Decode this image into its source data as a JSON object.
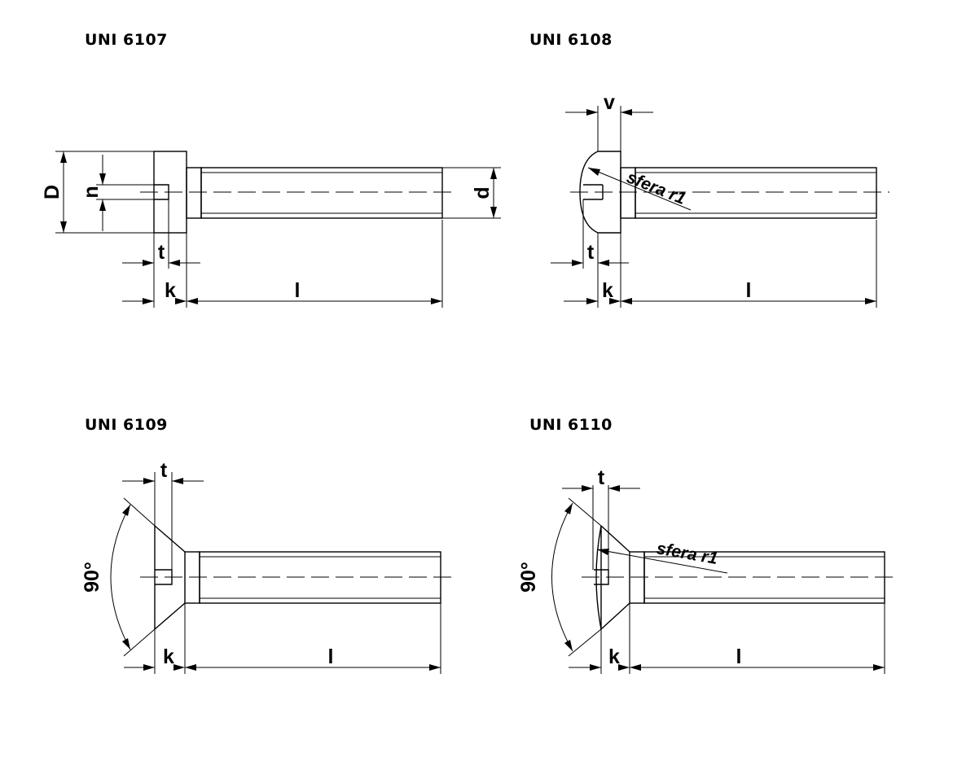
{
  "panels": [
    {
      "title": "UNI 6107",
      "labels": {
        "D": "D",
        "n": "n",
        "d": "d",
        "t": "t",
        "k": "k",
        "l": "l"
      }
    },
    {
      "title": "UNI 6108",
      "labels": {
        "v": "v",
        "sfera": "sfera r1",
        "t": "t",
        "k": "k",
        "l": "l"
      }
    },
    {
      "title": "UNI 6109",
      "labels": {
        "t": "t",
        "angle": "90°",
        "k": "k",
        "l": "l"
      }
    },
    {
      "title": "UNI 6110",
      "labels": {
        "t": "t",
        "sfera": "sfera r1",
        "angle": "90°",
        "k": "k",
        "l": "l"
      }
    }
  ]
}
